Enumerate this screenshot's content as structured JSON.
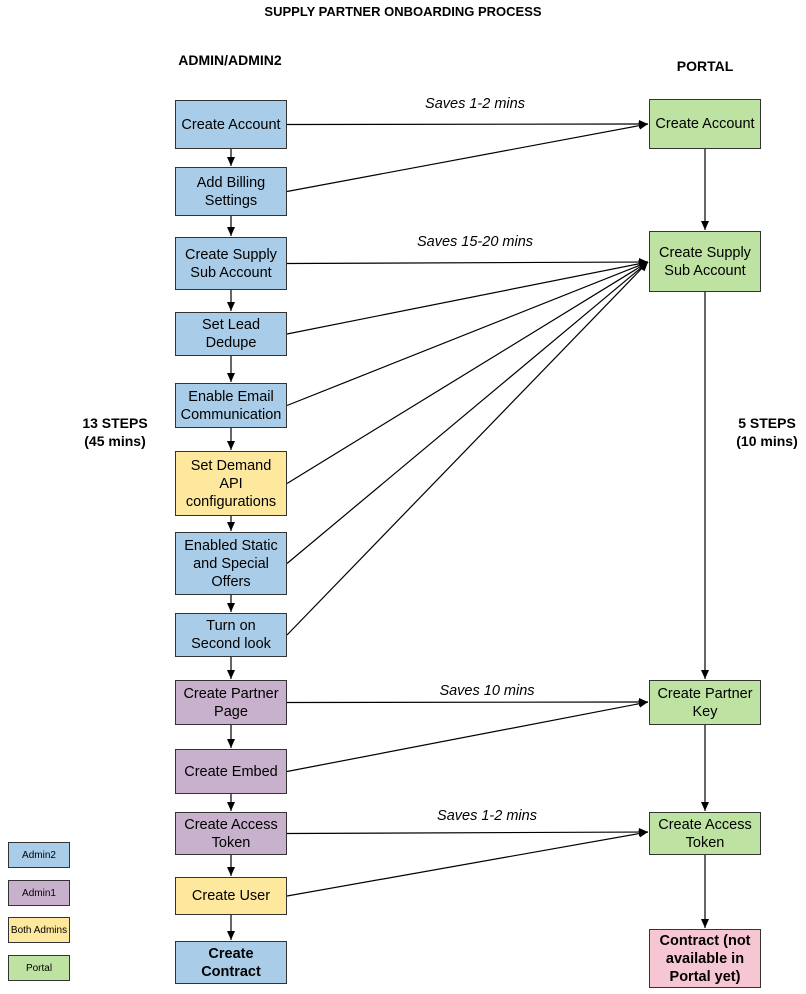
{
  "title": "SUPPLY PARTNER ONBOARDING PROCESS",
  "admin_header": "ADMIN/ADMIN2",
  "portal_header": "PORTAL",
  "admin_steps": [
    "13 STEPS",
    "(45 mins)"
  ],
  "portal_steps": [
    "5 STEPS",
    "(10 mins)"
  ],
  "colors": {
    "admin2": "#a9cde8",
    "admin1": "#c8b1cc",
    "both": "#fde89e",
    "portal": "#bde2a2",
    "contract_portal": "#f6c6d3"
  },
  "admin_boxes": [
    {
      "lines": [
        "Create Account"
      ],
      "role": "admin2"
    },
    {
      "lines": [
        "Add Billing",
        "Settings"
      ],
      "role": "admin2"
    },
    {
      "lines": [
        "Create Supply",
        "Sub Account"
      ],
      "role": "admin2"
    },
    {
      "lines": [
        "Set Lead",
        "Dedupe"
      ],
      "role": "admin2"
    },
    {
      "lines": [
        "Enable Email",
        "Communication"
      ],
      "role": "admin2"
    },
    {
      "lines": [
        "Set Demand",
        "API",
        "configurations"
      ],
      "role": "both"
    },
    {
      "lines": [
        "Enabled Static",
        "and Special",
        "Offers"
      ],
      "role": "admin2"
    },
    {
      "lines": [
        "Turn on",
        "Second look"
      ],
      "role": "admin2"
    },
    {
      "lines": [
        "Create Partner",
        "Page"
      ],
      "role": "admin1"
    },
    {
      "lines": [
        "Create Embed"
      ],
      "role": "admin1"
    },
    {
      "lines": [
        "Create Access",
        "Token"
      ],
      "role": "admin1"
    },
    {
      "lines": [
        "Create User"
      ],
      "role": "both"
    },
    {
      "lines": [
        "Create",
        "Contract"
      ],
      "role": "admin2",
      "bold": true
    }
  ],
  "portal_boxes": [
    {
      "lines": [
        "Create Account"
      ],
      "role": "portal"
    },
    {
      "lines": [
        "Create Supply",
        "Sub Account"
      ],
      "role": "portal"
    },
    {
      "lines": [
        "Create Partner",
        "Key"
      ],
      "role": "portal"
    },
    {
      "lines": [
        "Create Access",
        "Token"
      ],
      "role": "portal"
    },
    {
      "lines": [
        "Contract (not",
        "available in",
        "Portal yet)"
      ],
      "role": "contract_portal",
      "bold": true
    }
  ],
  "savings": [
    "Saves 1-2 mins",
    "Saves 15-20 mins",
    "Saves 10 mins",
    "Saves 1-2 mins"
  ],
  "legend": [
    {
      "label": "Admin2",
      "role": "admin2"
    },
    {
      "label": "Admin1",
      "role": "admin1"
    },
    {
      "label": "Both Admins",
      "role": "both"
    },
    {
      "label": "Portal",
      "role": "portal"
    }
  ]
}
